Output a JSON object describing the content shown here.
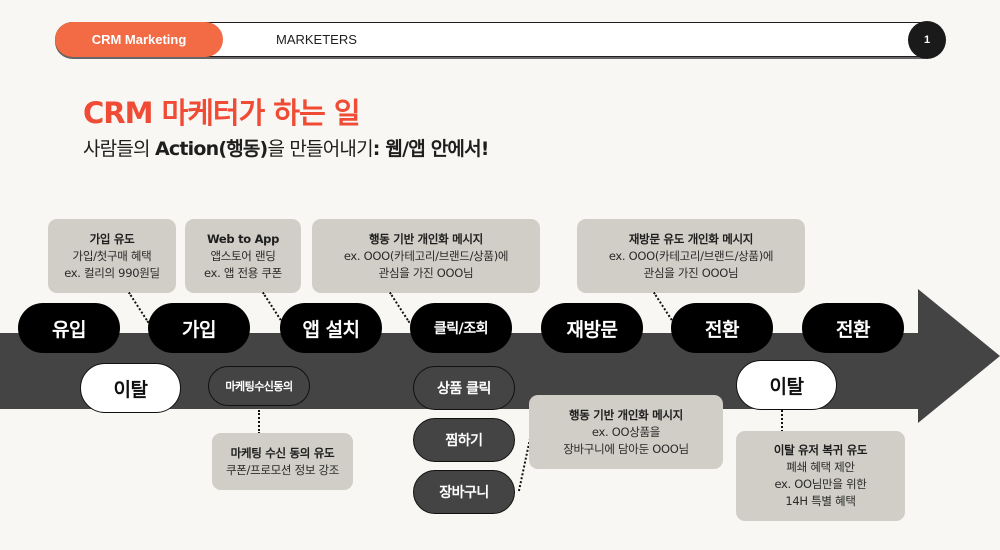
{
  "header": {
    "section_tag": "CRM Marketing",
    "section_label": "MARKETERS",
    "page_number": "1",
    "accent_color": "#f26b45"
  },
  "title": "CRM 마케터가 하는 일",
  "subtitle": {
    "part1": "사람들의 ",
    "part2": "Action",
    "part3": "(행동)",
    "part4": "을 만들어내기",
    "part5": ": 웹/앱 안에서!"
  },
  "stages": [
    {
      "label": "유입"
    },
    {
      "label": "가입"
    },
    {
      "label": "앱 설치"
    },
    {
      "label": "클릭/조회"
    },
    {
      "label": "재방문"
    },
    {
      "label": "전환"
    },
    {
      "label": "전환"
    }
  ],
  "branches": {
    "churn_1": "이탈",
    "marketing_consent": "마케팅수신동의",
    "product_click": "상품 클릭",
    "wishlist": "찜하기",
    "cart": "장바구니",
    "churn_2": "이탈"
  },
  "callouts": {
    "signup": {
      "title": "가입 유도",
      "lines": [
        "가입/첫구매 혜택",
        "ex. 컬리의 990원딜"
      ]
    },
    "web_to_app": {
      "title": "Web to App",
      "lines": [
        "앱스토어 랜딩",
        "ex. 앱 전용 쿠폰"
      ]
    },
    "behavior": {
      "title": "행동 기반 개인화 메시지",
      "lines": [
        "ex. OOO(카테고리/브랜드/상품)에",
        "관심을 가진 OOO님"
      ]
    },
    "revisit": {
      "title": "재방문 유도 개인화 메시지",
      "lines": [
        "ex. OOO(카테고리/브랜드/상품)에",
        "관심을 가진 OOO님"
      ]
    },
    "consent": {
      "title": "마케팅 수신 동의 유도",
      "lines": [
        "쿠폰/프로모션 정보 강조"
      ]
    },
    "cart_msg": {
      "title": "행동 기반 개인화 메시지",
      "lines": [
        "ex. OO상품을",
        "장바구니에 담아둔 OOO님"
      ]
    },
    "winback": {
      "title": "이탈 유저 복귀 유도",
      "lines": [
        "폐쇄 혜택 제안",
        "ex. OO님만을 위한",
        "14H 특별 혜택"
      ]
    }
  }
}
